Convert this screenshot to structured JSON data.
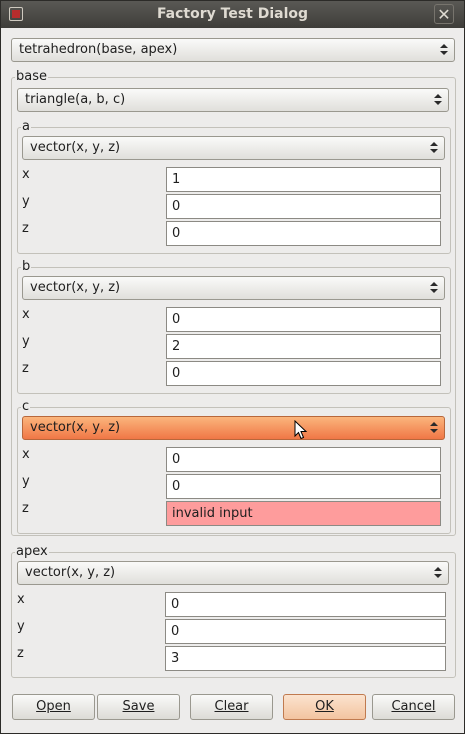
{
  "window": {
    "title": "Factory Test Dialog"
  },
  "top_combo": {
    "value": "tetrahedron(base, apex)"
  },
  "base": {
    "label": "base",
    "combo": "triangle(a, b, c)",
    "a": {
      "label": "a",
      "combo": "vector(x, y, z)",
      "x_label": "x",
      "x": "1",
      "y_label": "y",
      "y": "0",
      "z_label": "z",
      "z": "0"
    },
    "b": {
      "label": "b",
      "combo": "vector(x, y, z)",
      "x_label": "x",
      "x": "0",
      "y_label": "y",
      "y": "2",
      "z_label": "z",
      "z": "0"
    },
    "c": {
      "label": "c",
      "combo": "vector(x, y, z)",
      "x_label": "x",
      "x": "0",
      "y_label": "y",
      "y": "0",
      "z_label": "z",
      "z": "invalid input"
    }
  },
  "apex": {
    "label": "apex",
    "combo": "vector(x, y, z)",
    "x_label": "x",
    "x": "0",
    "y_label": "y",
    "y": "0",
    "z_label": "z",
    "z": "3"
  },
  "buttons": {
    "open": "Open",
    "save": "Save",
    "clear": "Clear",
    "ok": "OK",
    "cancel": "Cancel"
  },
  "colors": {
    "invalid_field": "#fe9c9c",
    "hover_combo": "#f39a63",
    "default_button": "#f3c4a0"
  }
}
